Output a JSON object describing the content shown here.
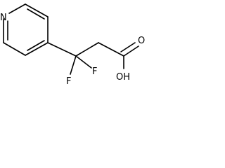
{
  "molecule": {
    "atoms": {
      "nitrogen": "N",
      "fluorine_1": "F",
      "fluorine_2": "F",
      "oxygen_carbonyl": "O",
      "hydroxyl": "OH"
    }
  },
  "colors": {
    "bond": "#000000",
    "label": "#000000",
    "background": "#ffffff"
  }
}
